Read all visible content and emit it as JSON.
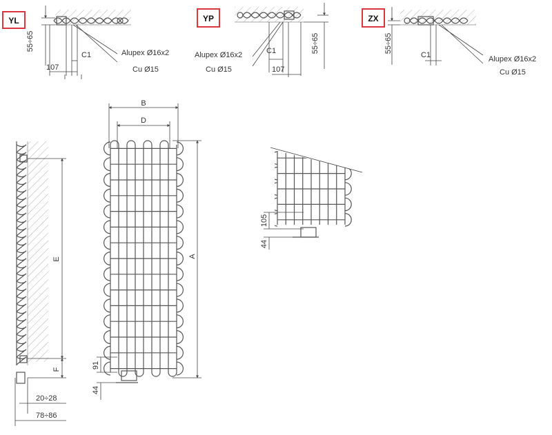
{
  "variants": [
    {
      "code": "YL",
      "dim_side": "55÷65",
      "dim_bottom": "107",
      "c1": "C1",
      "pipe_alupex": "Alupex Ø16x2",
      "pipe_cu": "Cu Ø15"
    },
    {
      "code": "YP",
      "dim_side": "55÷65",
      "dim_bottom": "107",
      "c1": "C1",
      "pipe_alupex": "Alupex Ø16x2",
      "pipe_cu": "Cu Ø15"
    },
    {
      "code": "ZX",
      "dim_side": "55÷65",
      "c1": "C1",
      "pipe_alupex": "Alupex Ø16x2",
      "pipe_cu": "Cu Ø15"
    }
  ],
  "side_view": {
    "dim_e": "E",
    "dim_f": "F",
    "dim_depth_1": "20÷28",
    "dim_depth_2": "78÷86"
  },
  "front_view": {
    "dim_b": "B",
    "dim_d": "D",
    "dim_a": "A",
    "dim_91": "91",
    "dim_44": "44"
  },
  "detail_view": {
    "dim_105": "105",
    "dim_44": "44"
  },
  "colors": {
    "tag_border": "#d9363e",
    "line": "#444444"
  }
}
